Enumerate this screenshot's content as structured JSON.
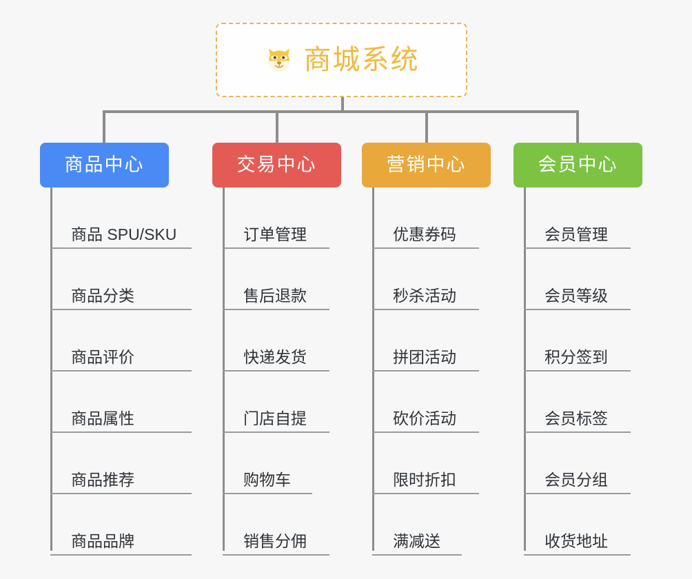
{
  "page": {
    "background_color": "#f7f7f7",
    "line_color": "#8c8c8c",
    "leaf_text_color": "#2f3338"
  },
  "root": {
    "title": "商城系统",
    "icon": "dog-face-emoji",
    "border_color": "#e8b356",
    "text_color": "#f0b93f"
  },
  "columns": [
    {
      "title": "商品中心",
      "color": "#4a8af4",
      "leaves": [
        "商品 SPU/SKU",
        "商品分类",
        "商品评价",
        "商品属性",
        "商品推荐",
        "商品品牌"
      ]
    },
    {
      "title": "交易中心",
      "color": "#e45b55",
      "leaves": [
        "订单管理",
        "售后退款",
        "快递发货",
        "门店自提",
        "购物车",
        "销售分佣"
      ]
    },
    {
      "title": "营销中心",
      "color": "#e8a83c",
      "leaves": [
        "优惠券码",
        "秒杀活动",
        "拼团活动",
        "砍价活动",
        "限时折扣",
        "满减送"
      ]
    },
    {
      "title": "会员中心",
      "color": "#7cc344",
      "leaves": [
        "会员管理",
        "会员等级",
        "积分签到",
        "会员标签",
        "会员分组",
        "收货地址"
      ]
    }
  ]
}
